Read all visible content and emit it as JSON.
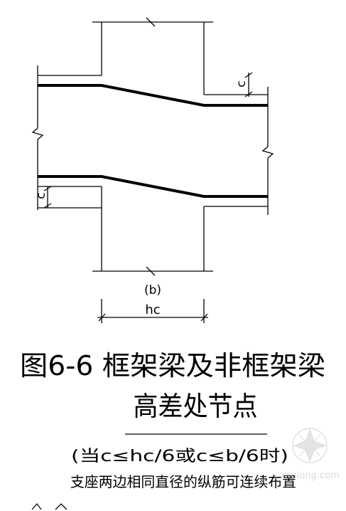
{
  "labels": {
    "c_top": "c",
    "c_bottom": "c",
    "b_label": "(b)",
    "hc_label": "hc"
  },
  "caption": {
    "title_line1": "图6-6 框架梁及非框架梁",
    "title_line2": "高差处节点",
    "condition": "(当c≤hc/6或c≤b/6时)",
    "note": "支座两边相同直径的纵筋可连续布置"
  },
  "watermark": {
    "text": "zhulong.com"
  },
  "colors": {
    "ink": "#000000",
    "watermark": "#bdbdbd"
  }
}
